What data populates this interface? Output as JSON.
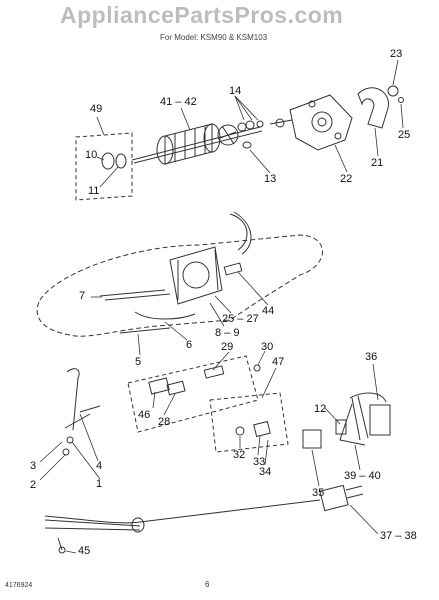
{
  "header": {
    "watermark": "AppliancePartsPros.com",
    "subtitle": "For Model: KSM90 & KSM103"
  },
  "footer": {
    "doc_number": "4176924",
    "page_number": "6"
  },
  "callouts": {
    "c49": "49",
    "c41_42": "41 – 42",
    "c14": "14",
    "c23": "23",
    "c25a": "25",
    "c10": "10",
    "c11": "11",
    "c13": "13",
    "c22": "22",
    "c21": "21",
    "c7": "7",
    "c44": "44",
    "c25_27": "25 – 27",
    "c8_9": "8 – 9",
    "c6": "6",
    "c5": "5",
    "c29": "29",
    "c30": "30",
    "c47": "47",
    "c36": "36",
    "c46": "46",
    "c28": "28",
    "c12": "12",
    "c32": "32",
    "c33": "33",
    "c34": "34",
    "c39_40": "39 – 40",
    "c3": "3",
    "c4": "4",
    "c2": "2",
    "c1": "1",
    "c35": "35",
    "c37_38": "37 – 38",
    "c45": "45"
  }
}
